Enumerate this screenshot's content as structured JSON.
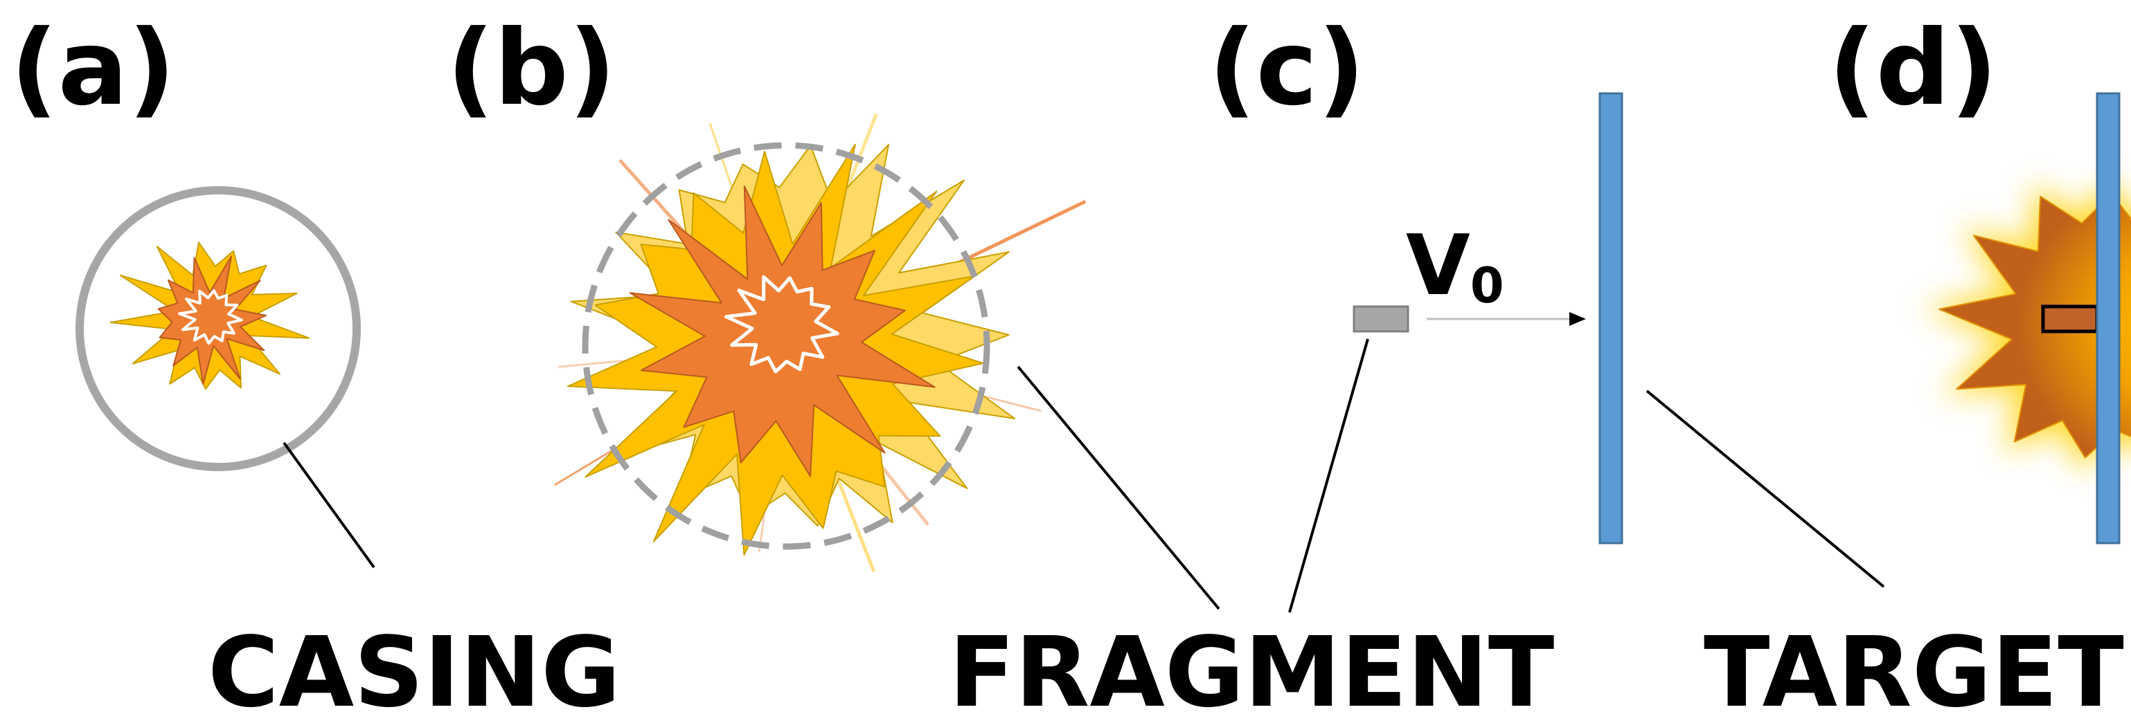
{
  "panels": [
    {
      "id": "a",
      "label": "(a)"
    },
    {
      "id": "b",
      "label": "(b)"
    },
    {
      "id": "c",
      "label": "(c)"
    },
    {
      "id": "d",
      "label": "(d)"
    }
  ],
  "callouts": {
    "casing": "CASING",
    "fragment": "FRAGMENT",
    "target": "TARGET"
  },
  "velocity": {
    "symbol": "V",
    "subscript": "0"
  },
  "colors": {
    "casing_ring": "#a6a6a6",
    "burst_outer": "#ffc000",
    "burst_pale": "#ffd966",
    "burst_inner": "#ed7d31",
    "burst_outline": "#c9a000",
    "fragment_fill": "#a6a6a6",
    "fragment_stroke": "#7f7f7f",
    "target_fill": "#5b9bd5",
    "target_stroke": "#41719c",
    "leader_line": "#000000",
    "ray": "#ed7d31"
  }
}
